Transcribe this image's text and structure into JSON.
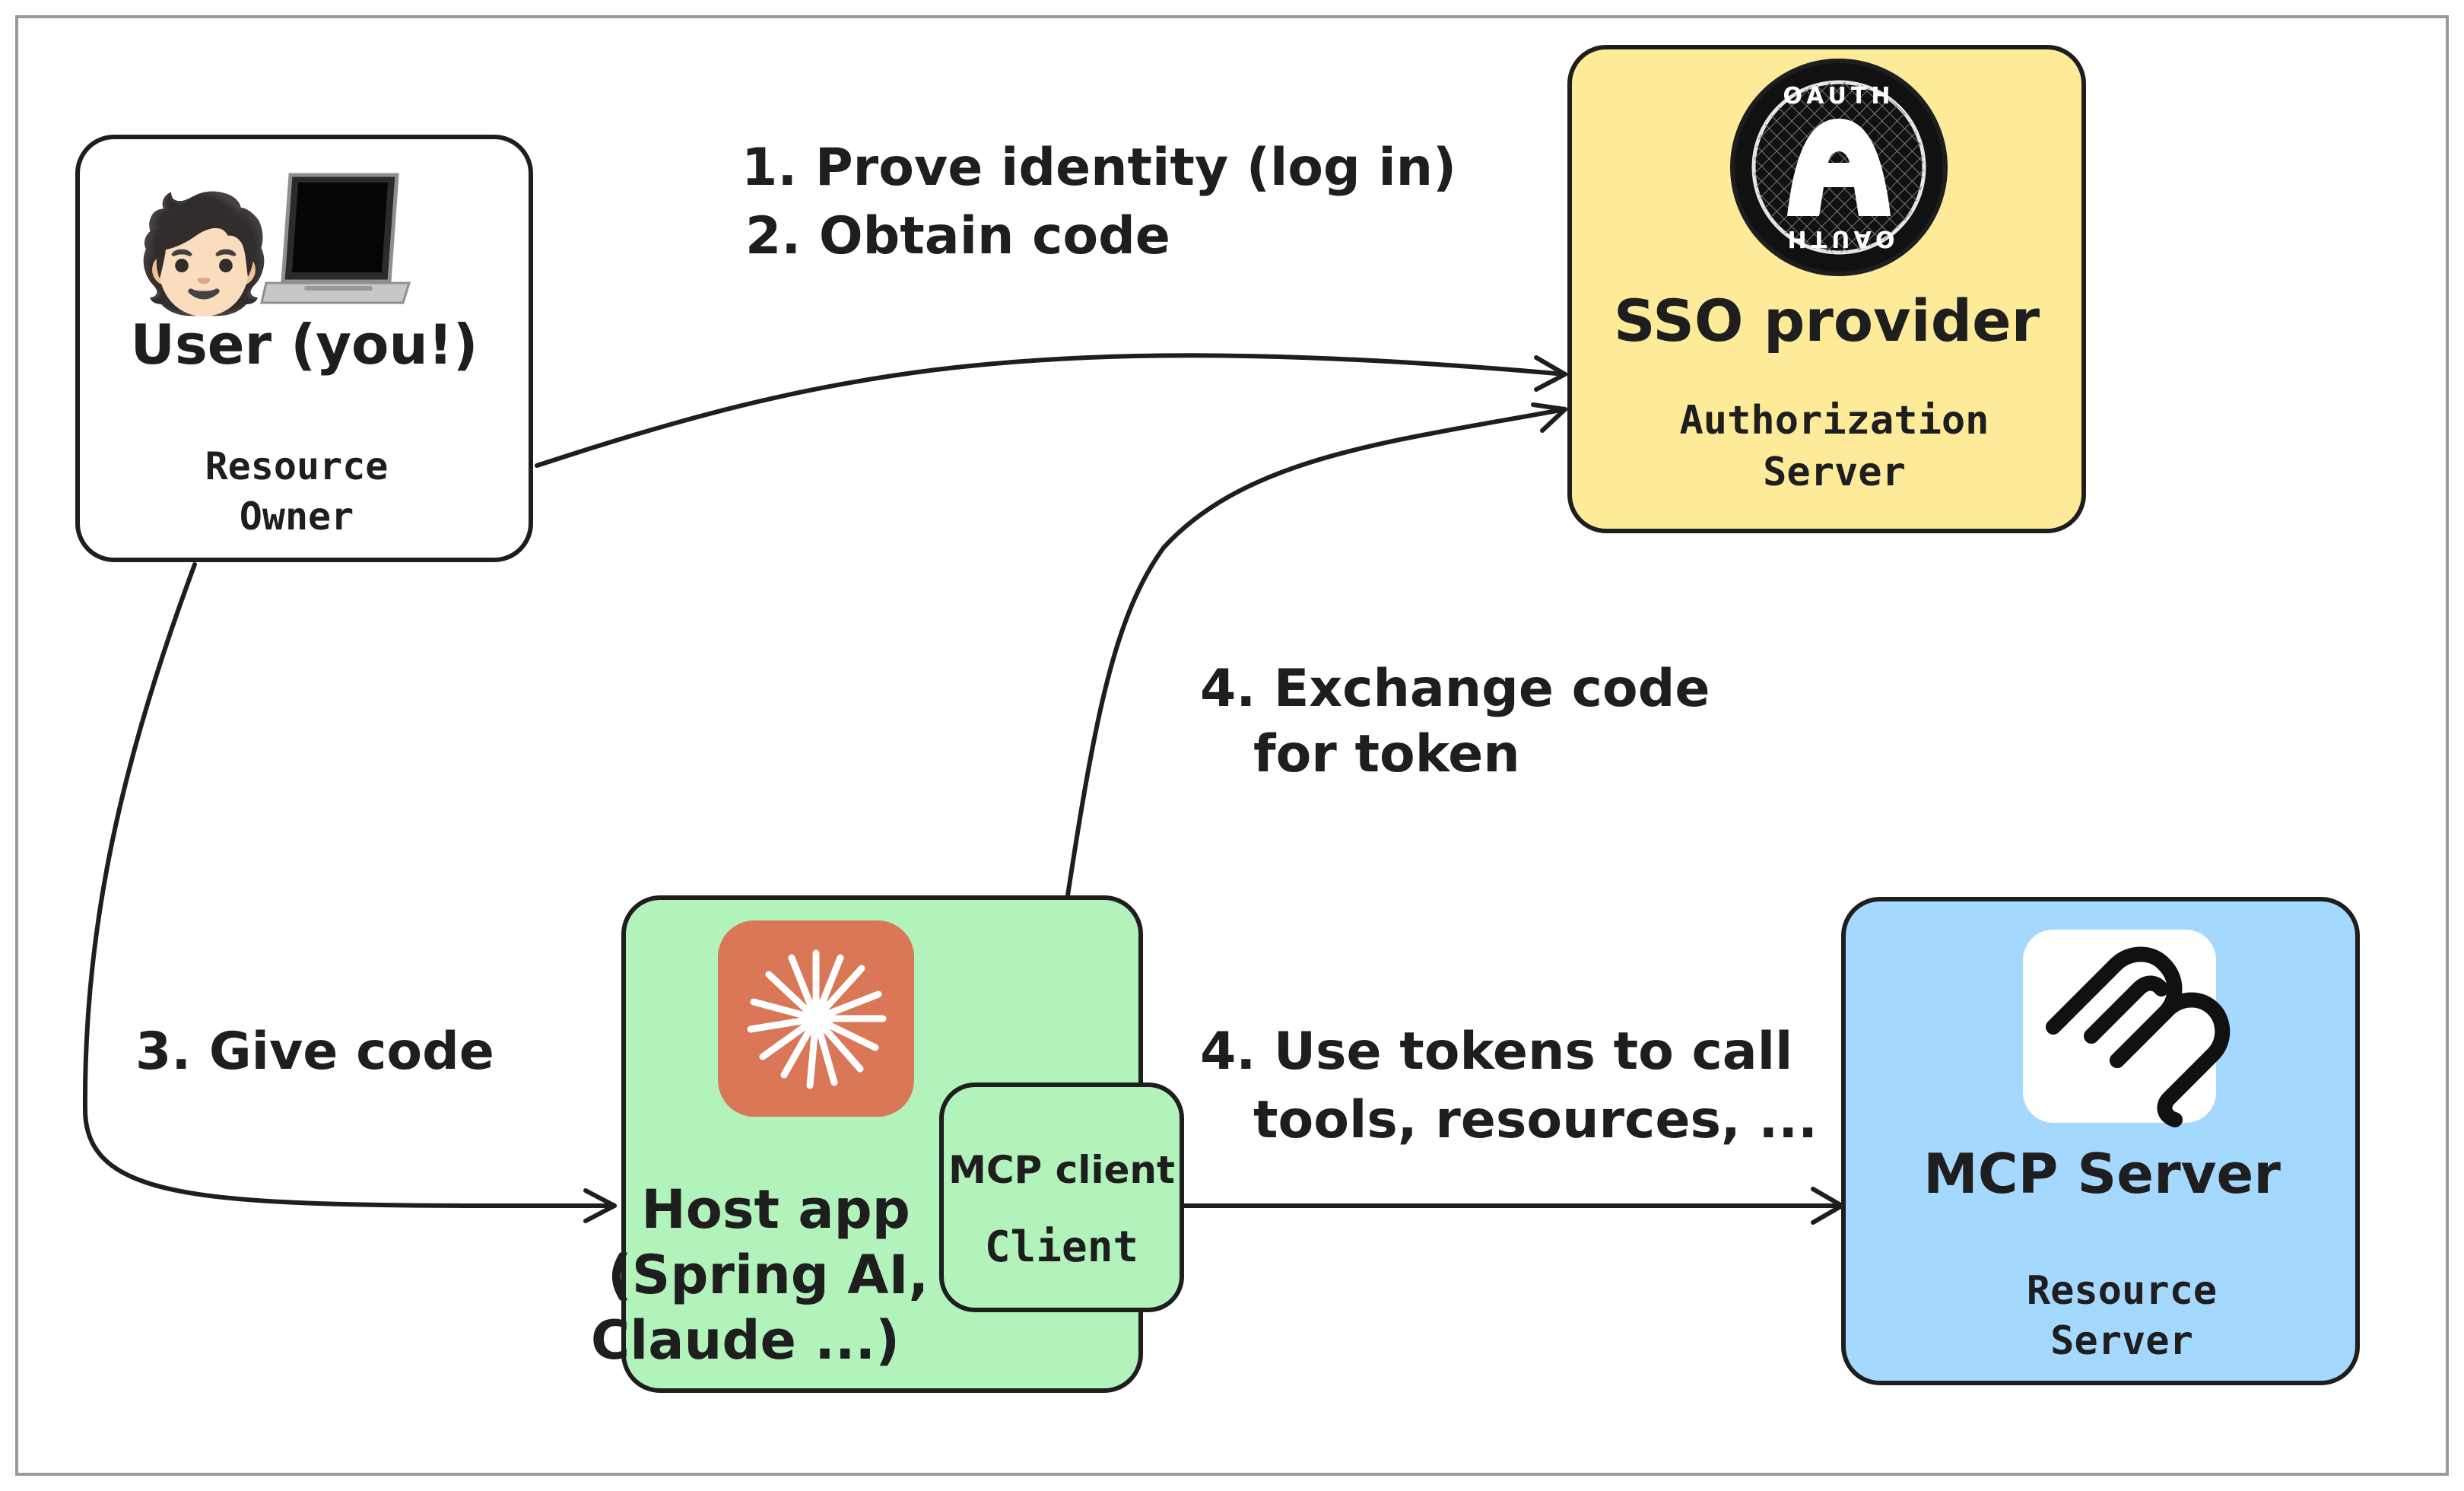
{
  "nodes": {
    "user": {
      "title": "User (you!)",
      "role_line1": "Resource",
      "role_line2": "Owner",
      "avatar_emoji": "🧑🏻",
      "device_icon": "laptop-icon"
    },
    "sso": {
      "title": "SSO provider",
      "role_line1": "Authorization",
      "role_line2": "Server",
      "logo_text_top": "OAUTH",
      "logo_text_bottom": "OAUTH",
      "logo_letter": "A",
      "fill_color": "#fdeb9a"
    },
    "host": {
      "title_line1": "Host app",
      "title_line2": "(Spring AI,",
      "title_line3": "Claude ...)",
      "logo_icon": "claude-starburst-icon",
      "logo_color": "#d97757",
      "fill_color": "#b2f2bb"
    },
    "client": {
      "title": "MCP client",
      "role": "Client"
    },
    "mcp_server": {
      "title": "MCP Server",
      "role_line1": "Resource",
      "role_line2": "Server",
      "logo_icon": "mcp-logo-icon",
      "fill_color": "#a5d8ff"
    }
  },
  "edges": {
    "step1": "1. Prove identity (log in)",
    "step2": "2. Obtain code",
    "step3": "3. Give code",
    "step4_exchange_line1": "4. Exchange code",
    "step4_exchange_line2": "for token",
    "step4_call_line1": "4. Use tokens to call",
    "step4_call_line2": "tools, resources, ..."
  }
}
